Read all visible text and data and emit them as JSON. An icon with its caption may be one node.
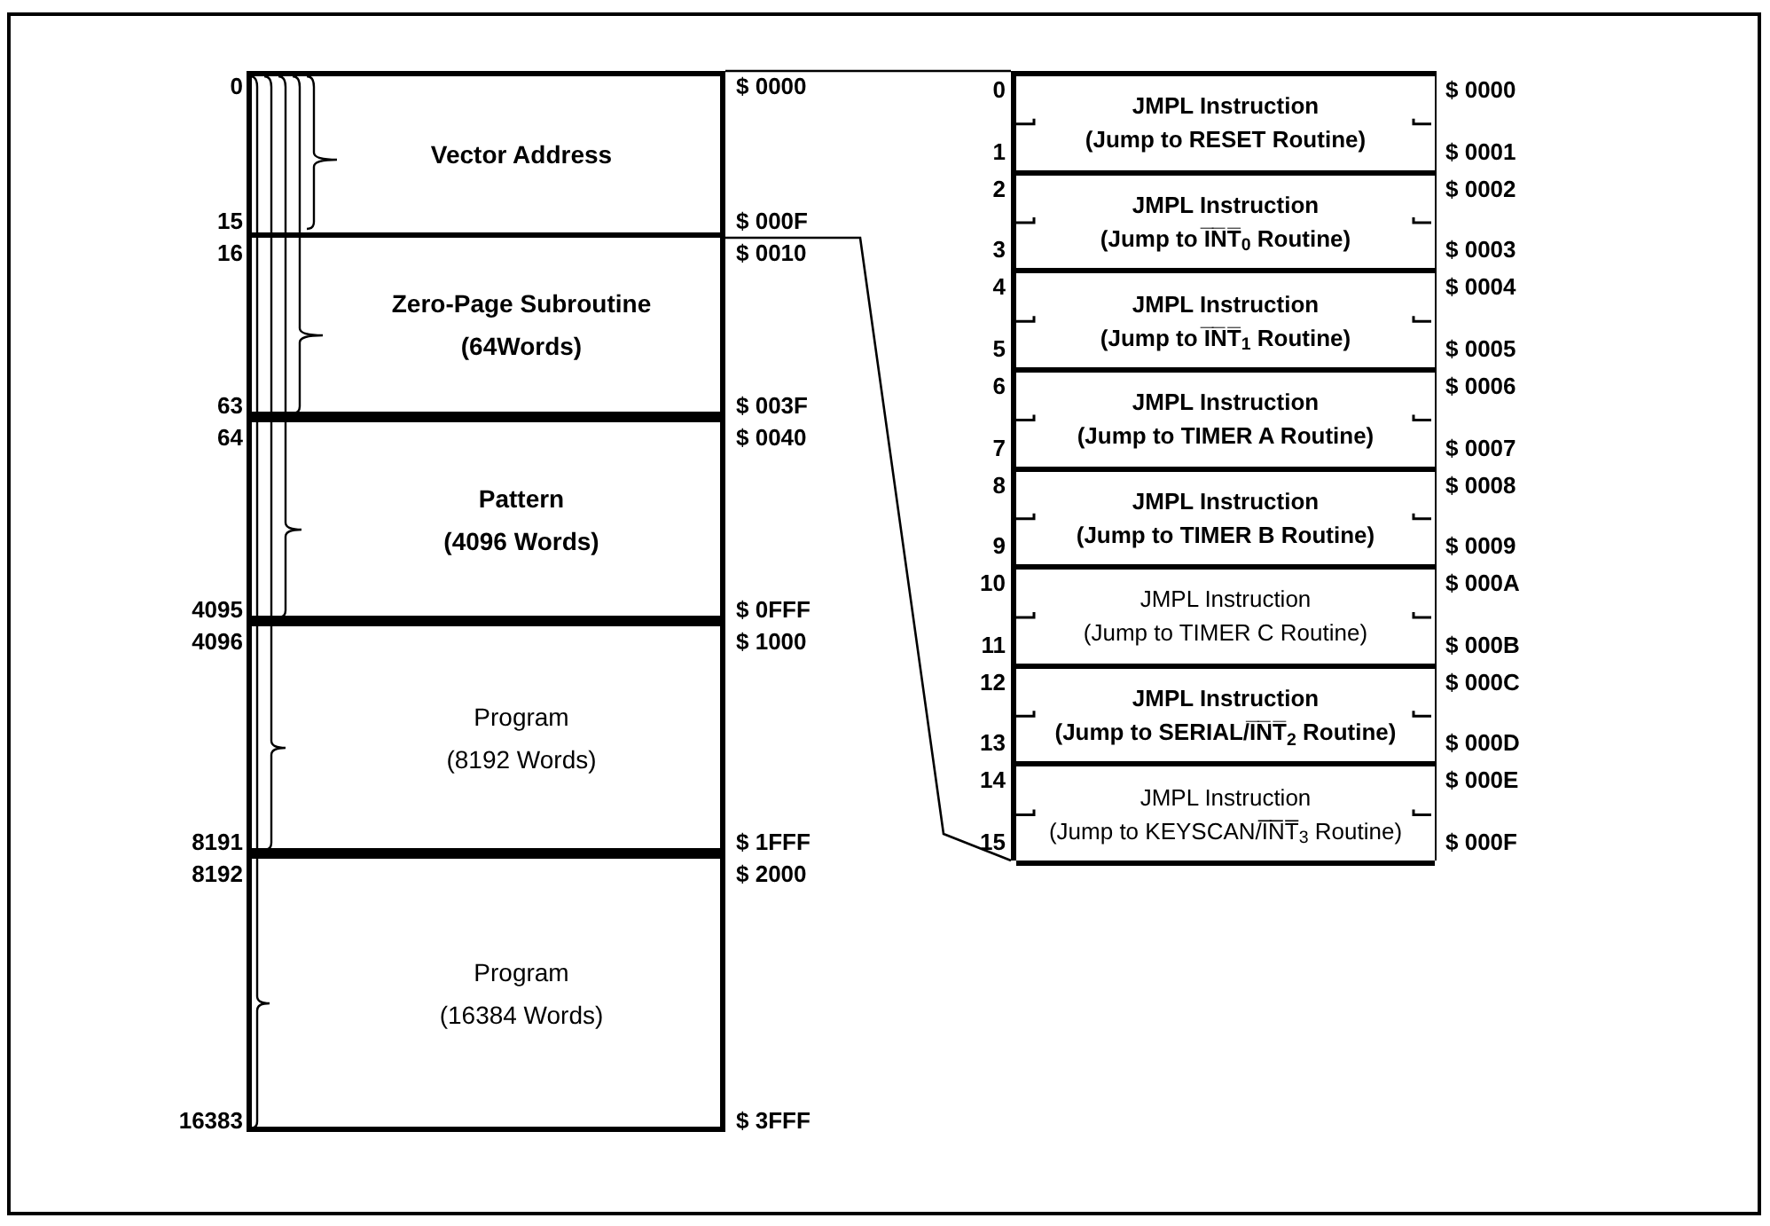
{
  "diagram": {
    "nodes": [
      {
        "text": [
          "Vector Address"
        ],
        "beside": [
          "0",
          "15",
          "$ 0000",
          "$ 000F"
        ]
      },
      {
        "text": [
          "Zero-Page Subroutine",
          "(64Words)"
        ],
        "beside": [
          "16",
          "63",
          "$ 0010",
          "$ 003F"
        ]
      },
      {
        "text": [
          "Pattern",
          "(4096 Words)"
        ],
        "beside": [
          "64",
          "4095",
          "$ 0040",
          "$ 0FFF"
        ]
      },
      {
        "text": [
          "Program",
          "(8192 Words)"
        ],
        "beside": [
          "4096",
          "8191",
          "$ 1000",
          "$ 1FFF"
        ]
      },
      {
        "text": [
          "Program",
          "(16384 Words)"
        ],
        "beside": [
          "8192",
          "16383",
          "$ 2000",
          "$ 3FFF"
        ]
      },
      {
        "text": [],
        "shape": "box"
      },
      {
        "text": [
          "JMPL Instruction",
          "(Jump to RESET Routine)"
        ],
        "in": 5,
        "beside": [
          "0",
          "1",
          "$ 0000",
          "$ 0001"
        ]
      },
      {
        "text": [
          "JMPL Instruction",
          "(Jump to I̅N̅T̅$_{0}$ Routine)"
        ],
        "in": 5,
        "beside": [
          "2",
          "3",
          "$ 0002",
          "$ 0003"
        ]
      },
      {
        "text": [
          "JMPL Instruction",
          "(Jump to I̅N̅T̅$_{1}$ Routine)"
        ],
        "in": 5,
        "beside": [
          "4",
          "5",
          "$ 0004",
          "$ 0005"
        ]
      },
      {
        "text": [
          "JMPL Instruction",
          "(Jump to TIMER A Routine)"
        ],
        "in": 5,
        "beside": [
          "6",
          "7",
          "$ 0006",
          "$ 0007"
        ]
      },
      {
        "text": [
          "JMPL Instruction",
          "(Jump to TIMER B Routine)"
        ],
        "in": 5,
        "beside": [
          "8",
          "9",
          "$ 0008",
          "$ 0009"
        ]
      },
      {
        "text": [
          "JMPL Instruction",
          "(Jump to TIMER C Routine)"
        ],
        "in": 5,
        "beside": [
          "10",
          "11",
          "$ 000A",
          "$ 000B"
        ]
      },
      {
        "text": [
          "JMPL Instruction",
          "(Jump to SERIAL/I̅N̅T̅$_{2}$ Routine)"
        ],
        "in": 5,
        "beside": [
          "12",
          "13",
          "$ 000C",
          "$ 000D"
        ]
      },
      {
        "text": [
          "JMPL Instruction",
          "(Jump to KEYSCAN/I̅N̅T̅$_{3}$ Routine)"
        ],
        "in": 5,
        "beside": [
          "14",
          "15",
          "$ 000E",
          "$ 000F"
        ]
      }
    ],
    "edges": [
      {
        "from": 0,
        "to": 5,
        "arrow": "none"
      },
      {
        "from": 0,
        "to": 5,
        "arrow": "none"
      }
    ]
  }
}
